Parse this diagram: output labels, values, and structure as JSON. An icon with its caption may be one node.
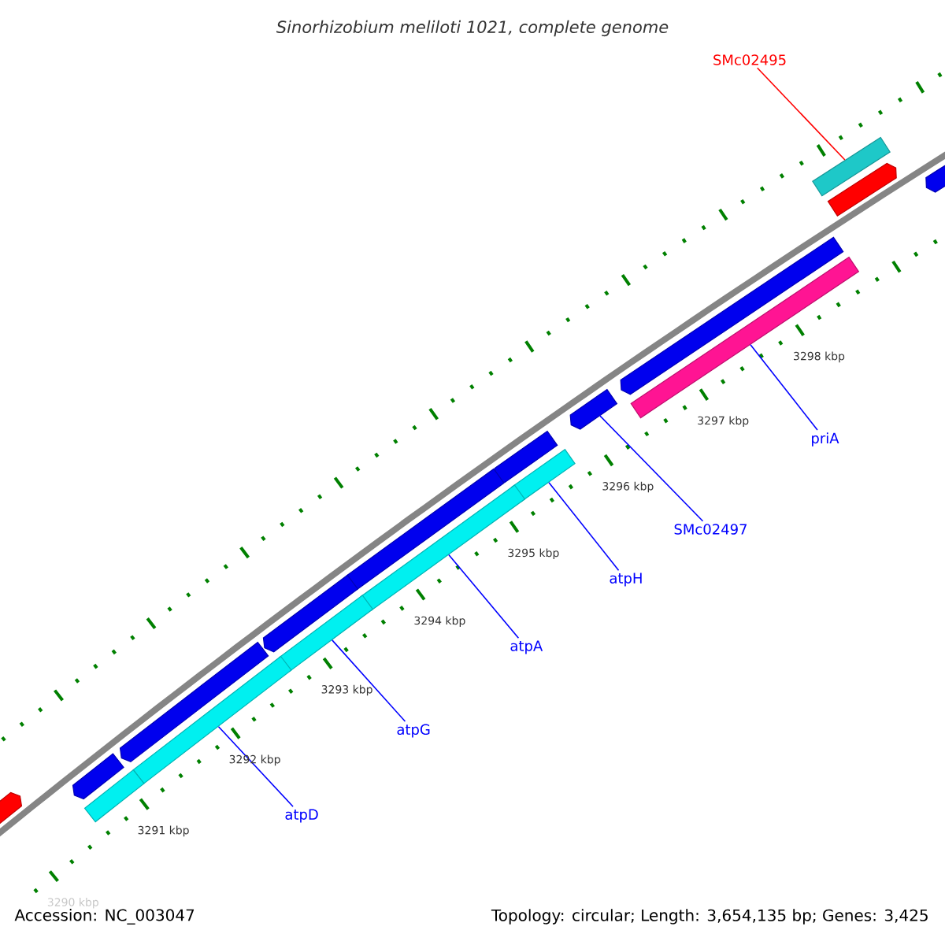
{
  "diagram": {
    "title": "Sinorhizobium meliloti 1021, complete genome",
    "nodes": [
      {
        "text": [
          "SMc02495"
        ]
      },
      {
        "text": [],
        "shape": "bar"
      },
      {
        "text": [],
        "shape": "bar"
      },
      {
        "text": [],
        "shape": "bar"
      },
      {
        "text": [],
        "shape": "bar"
      },
      {
        "text": [],
        "shape": "bar"
      },
      {
        "text": [],
        "shape": "bar"
      },
      {
        "text": [],
        "shape": "bar"
      },
      {
        "text": [],
        "shape": "bar"
      },
      {
        "text": [],
        "shape": "bar"
      },
      {
        "text": [],
        "shape": "bar"
      },
      {
        "text": [],
        "shape": "bar"
      },
      {
        "text": [],
        "shape": "bar"
      },
      {
        "text": [],
        "shape": "bar"
      },
      {
        "text": [],
        "shape": "bar"
      },
      {
        "text": [],
        "shape": "bar"
      },
      {
        "text": [],
        "shape": "bar"
      },
      {
        "text": [],
        "shape": "bar"
      },
      {
        "text": [
          "priA"
        ]
      },
      {
        "text": [
          "SMc02497"
        ]
      },
      {
        "text": [
          "atpH"
        ]
      },
      {
        "text": [
          "atpA"
        ]
      },
      {
        "text": [
          "atpG"
        ]
      },
      {
        "text": [
          "atpD"
        ]
      }
    ],
    "edges": [
      {
        "from": 0,
        "to": 1,
        "arrow": "none",
        "color": "#ff0000"
      },
      {
        "from": 18,
        "to": 5,
        "arrow": "none"
      },
      {
        "from": 19,
        "to": 6,
        "arrow": "none"
      },
      {
        "from": 20,
        "to": 7,
        "arrow": "none"
      },
      {
        "from": 21,
        "to": 10,
        "arrow": "none"
      },
      {
        "from": 22,
        "to": 12,
        "arrow": "none"
      },
      {
        "from": 23,
        "to": 14,
        "arrow": "none"
      }
    ],
    "labels": [
      "3298 kbp",
      "3297 kbp",
      "3296 kbp",
      "3295 kbp",
      "3294 kbp",
      "3293 kbp",
      "3292 kbp",
      "3291 kbp",
      "3290 kbp",
      "Accession: NC_003047",
      "Topology: circular; Length: 3,654,135 bp; Genes: 3,425"
    ]
  }
}
